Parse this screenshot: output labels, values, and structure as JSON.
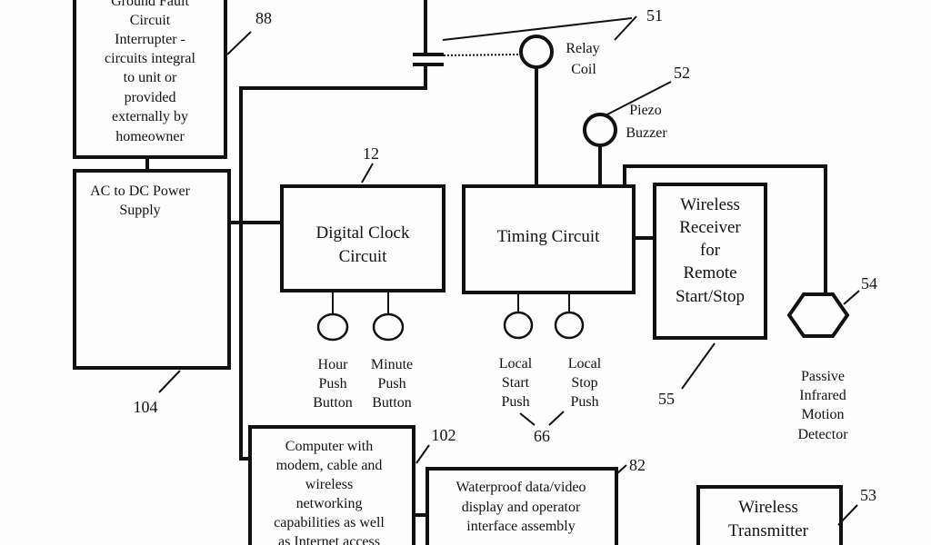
{
  "gfci": {
    "lines": [
      "Ground Fault",
      "Circuit",
      "Interrupter -",
      "circuits integral",
      "to unit or",
      "provided",
      "externally by",
      "homeowner"
    ],
    "ref": "88"
  },
  "power_supply": {
    "lines": [
      "AC to DC Power",
      "Supply"
    ],
    "ref": "104"
  },
  "relay": {
    "lines": [
      "Relay",
      "Coil"
    ],
    "ref": "51"
  },
  "piezo": {
    "lines": [
      "Piezo",
      "Buzzer"
    ],
    "ref": "52"
  },
  "clock": {
    "lines": [
      "Digital Clock",
      "Circuit"
    ],
    "ref": "12"
  },
  "hour_button": {
    "lines": [
      "Hour",
      "Push",
      "Button"
    ]
  },
  "minute_button": {
    "lines": [
      "Minute",
      "Push",
      "Button"
    ]
  },
  "timing": {
    "label": "Timing Circuit"
  },
  "local_start": {
    "lines": [
      "Local",
      "Start",
      "Push"
    ]
  },
  "local_stop": {
    "lines": [
      "Local",
      "Stop",
      "Push"
    ]
  },
  "local_buttons_ref": "66",
  "receiver": {
    "lines": [
      "Wireless",
      "Receiver",
      "for",
      "Remote",
      "Start/Stop"
    ],
    "ref": "55"
  },
  "motion_detector": {
    "lines": [
      "Passive",
      "Infrared",
      "Motion",
      "Detector"
    ],
    "ref": "54"
  },
  "computer": {
    "lines": [
      "Computer with",
      "modem, cable and",
      "wireless",
      "networking",
      "capabilities as well",
      "as Internet access"
    ],
    "ref": "102"
  },
  "display": {
    "lines": [
      "Waterproof data/video",
      "display and operator",
      "interface assembly"
    ],
    "ref": "82"
  },
  "transmitter": {
    "lines": [
      "Wireless",
      "Transmitter"
    ],
    "ref": "53"
  }
}
